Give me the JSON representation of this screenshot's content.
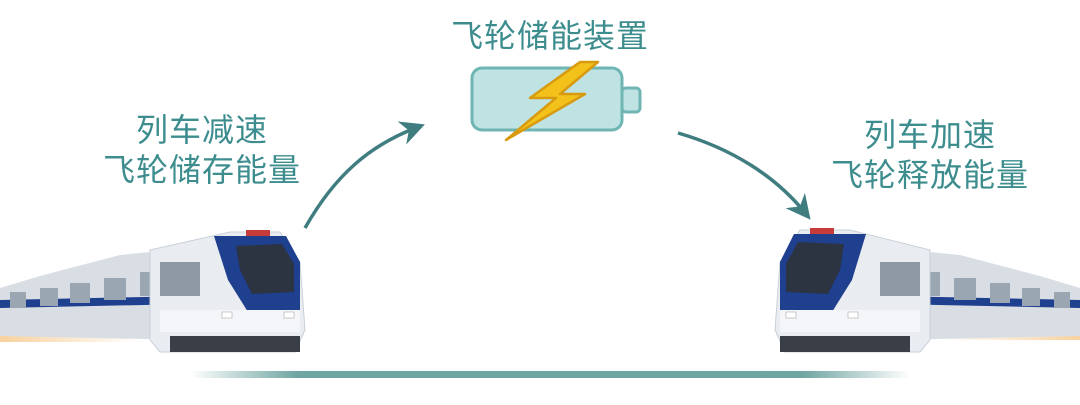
{
  "title": "飞轮储能装置",
  "left_label": {
    "line1": "列车减速",
    "line2": "飞轮储存能量"
  },
  "right_label": {
    "line1": "列车加速",
    "line2": "飞轮释放能量"
  },
  "colors": {
    "label": "#3d8d8f",
    "arrow": "#3f7d80",
    "battery_fill": "#bfe3e3",
    "battery_stroke": "#6fb5b3",
    "bolt_fill": "#f2c21b",
    "bolt_stroke": "#d89a0e",
    "train_blue": "#1f3f8f",
    "train_body": "#e9edf2",
    "track": "#5f9b97"
  },
  "icons": {
    "battery": "battery-charging-icon",
    "bolt": "lightning-bolt-icon"
  }
}
